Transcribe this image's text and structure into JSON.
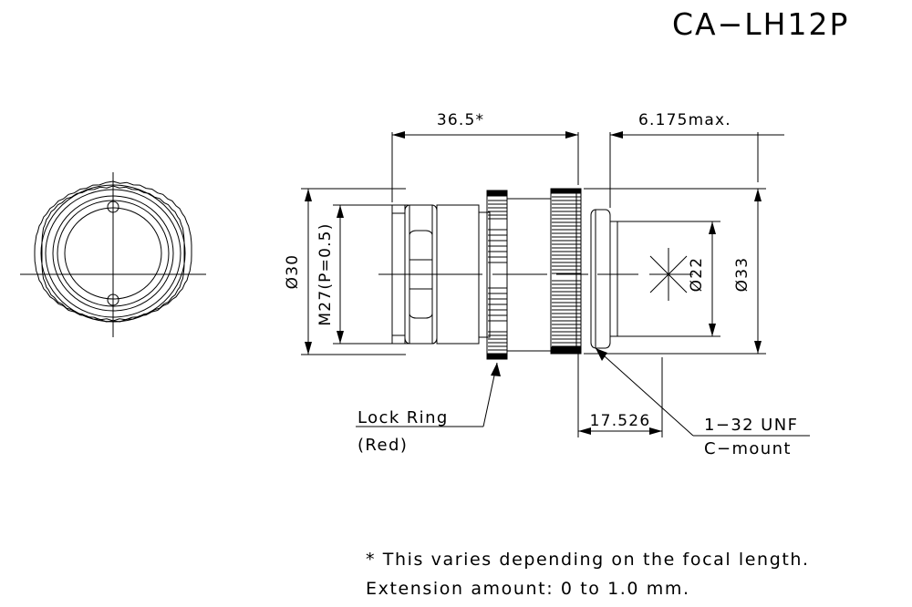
{
  "drawing": {
    "title": "CA−LH12P",
    "dimensions": {
      "length_body": "36.5*",
      "length_mount_max": "6.175max.",
      "flange_back_focus": "17.526",
      "outer_diameter": "Ø30",
      "thread_front": "M27(P=0.5)",
      "aperture_diameter": "Ø22",
      "ring_diameter": "Ø33"
    },
    "callouts": {
      "lock_ring_line1": "Lock Ring",
      "lock_ring_line2": "(Red)",
      "mount_thread": "1−32 UNF",
      "mount_type": "C−mount"
    },
    "notes": {
      "line1": "* This varies depending on the focal length.",
      "line2": "Extension amount: 0 to 1.0 mm."
    },
    "colors": {
      "line": "#000000",
      "background": "#ffffff"
    }
  }
}
